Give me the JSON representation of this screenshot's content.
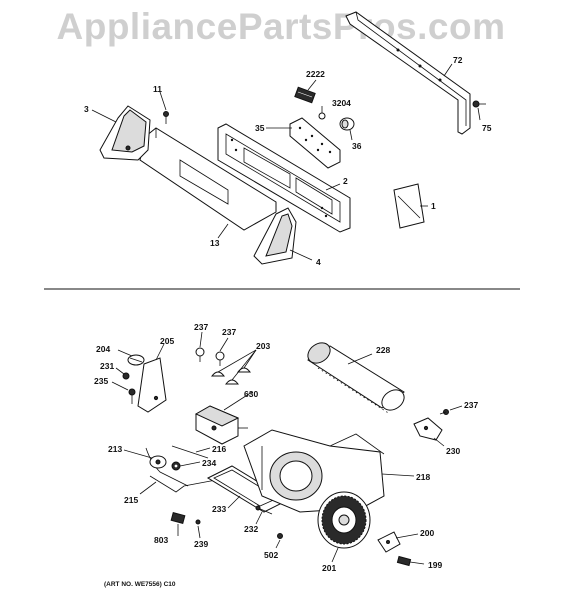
{
  "watermark": "AppliancePartsPros.com",
  "art_number": "(ART NO. WE7556) C10",
  "upper_section": {
    "labels": [
      "2222",
      "72",
      "11",
      "3",
      "3204",
      "35",
      "75",
      "36",
      "2",
      "1",
      "13",
      "4"
    ]
  },
  "lower_section": {
    "labels": [
      "237",
      "237",
      "204",
      "205",
      "203",
      "228",
      "231",
      "235",
      "630",
      "237",
      "213",
      "216",
      "234",
      "230",
      "215",
      "218",
      "233",
      "232",
      "200",
      "803",
      "239",
      "502",
      "201",
      "199"
    ]
  }
}
